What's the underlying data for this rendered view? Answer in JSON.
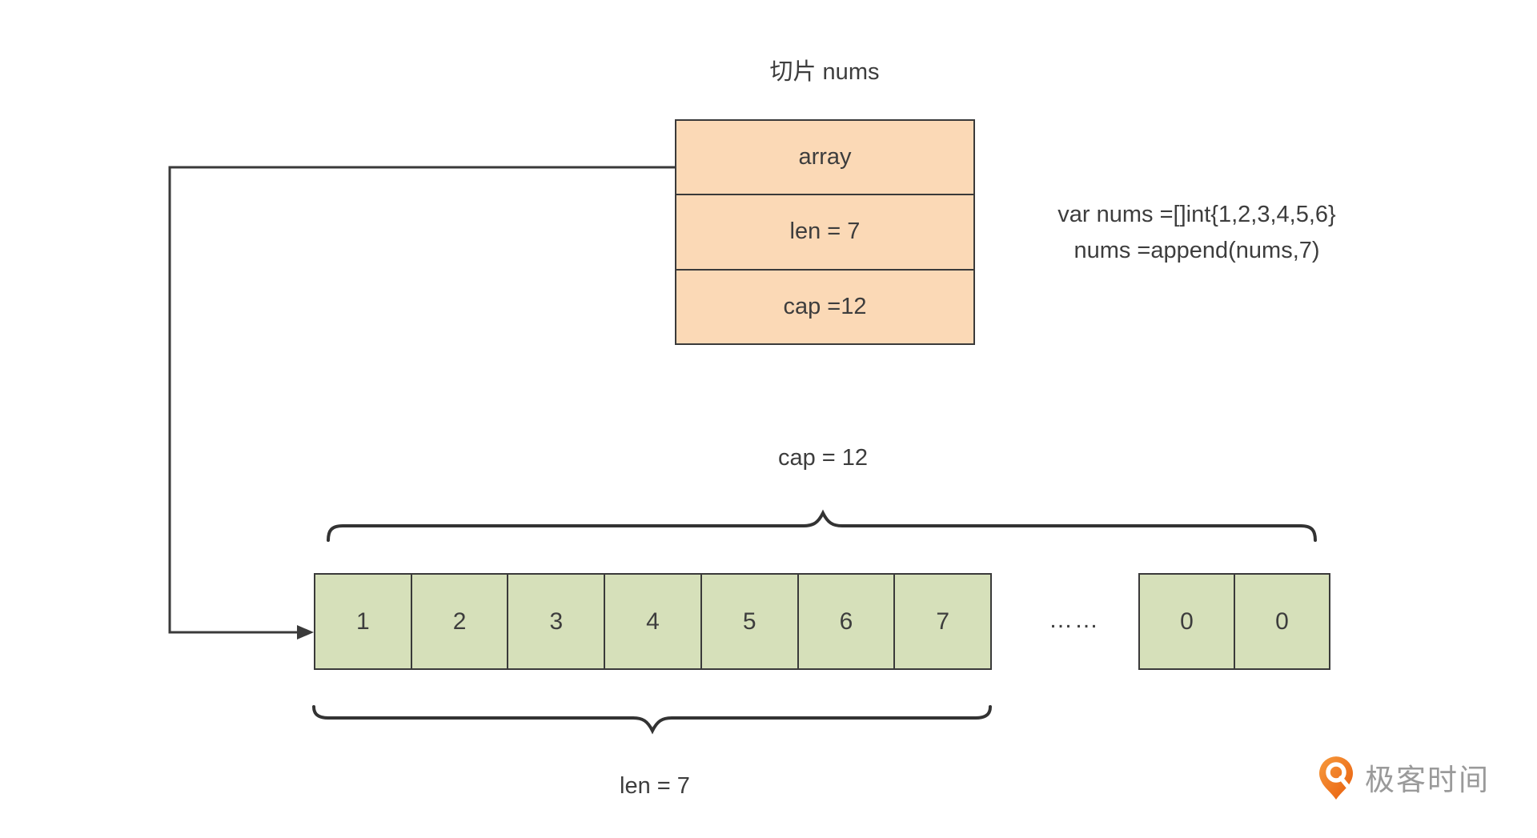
{
  "title": "切片 nums",
  "slice_struct": {
    "fields": [
      {
        "label": "array"
      },
      {
        "label": "len = 7"
      },
      {
        "label": "cap =12"
      }
    ]
  },
  "code": {
    "line1": "var nums =[]int{1,2,3,4,5,6}",
    "line2": "nums =append(nums,7)"
  },
  "cap_label": "cap = 12",
  "len_label": "len = 7",
  "array": {
    "cells": [
      "1",
      "2",
      "3",
      "4",
      "5",
      "6",
      "7"
    ],
    "ellipsis": "……",
    "tail_cells": [
      "0",
      "0"
    ]
  },
  "logo": {
    "text": "极客时间"
  },
  "colors": {
    "struct_fill": "#fbd9b6",
    "cell_fill": "#d6e0ba",
    "line": "#3a3a3a",
    "text": "#3d3d3d",
    "logo_orange": "#ef6c15",
    "logo_text": "#9a9a9a"
  }
}
